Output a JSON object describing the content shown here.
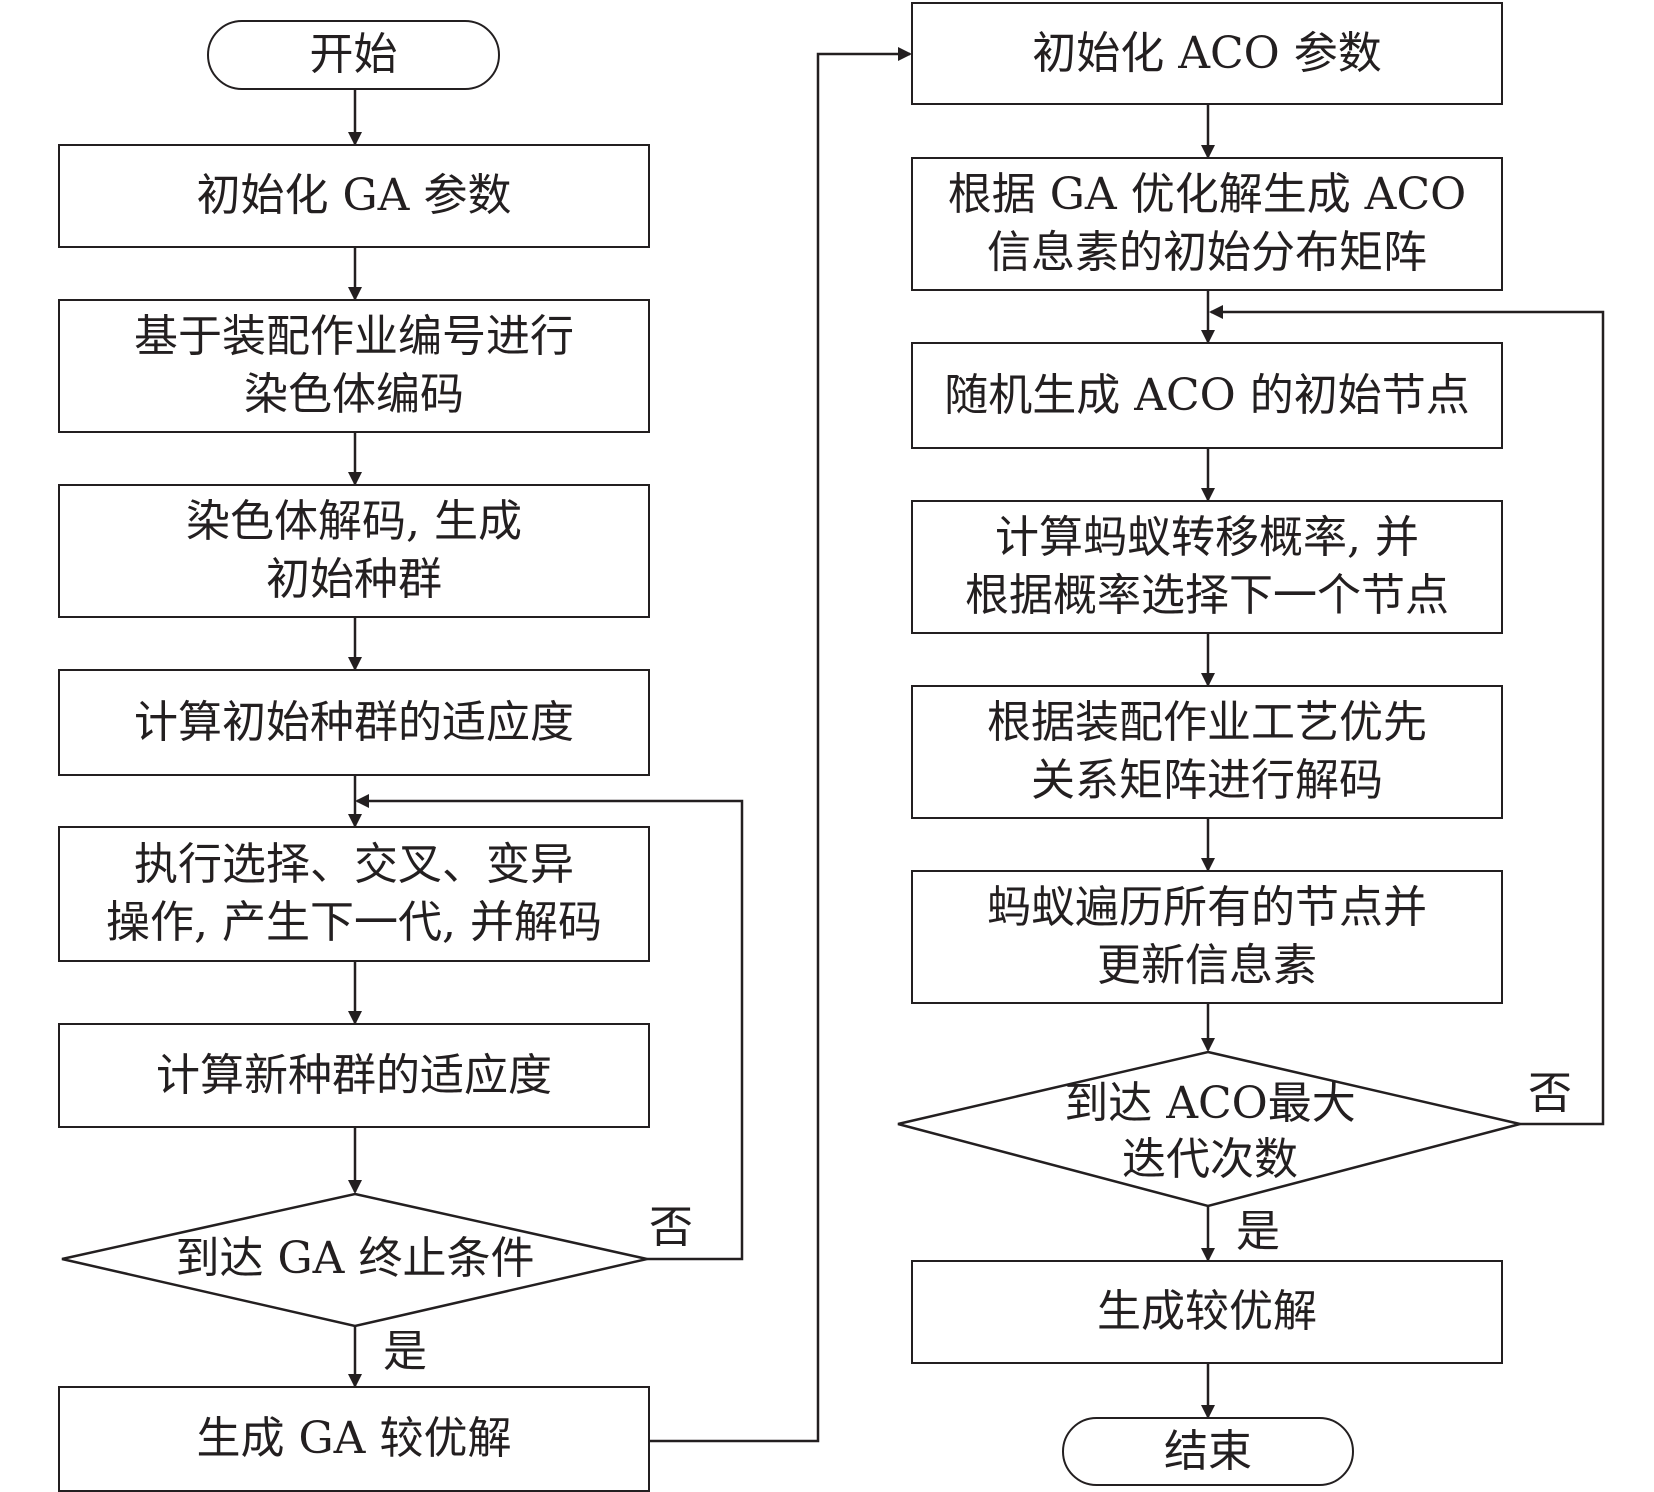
{
  "left_column": {
    "start": "开始",
    "init_ga": "初始化 GA 参数",
    "encode": "基于装配作业编号进行\n染色体编码",
    "decode_population": "染色体解码, 生成\n初始种群",
    "fitness_initial": "计算初始种群的适应度",
    "operators": "执行选择、交叉、变异\n操作, 产生下一代, 并解码",
    "fitness_new": "计算新种群的适应度",
    "ga_termination": "到达 GA 终止条件",
    "ga_result": "生成 GA 较优解"
  },
  "right_column": {
    "init_aco": "初始化 ACO 参数",
    "pheromone_init": "根据 GA 优化解生成 ACO\n信息素的初始分布矩阵",
    "random_node": "随机生成 ACO 的初始节点",
    "transition": "计算蚂蚁转移概率, 并\n根据概率选择下一个节点",
    "decode_priority": "根据装配作业工艺优先\n关系矩阵进行解码",
    "traverse_update": "蚂蚁遍历所有的节点并\n更新信息素",
    "aco_max_iter": "到达 ACO最大\n迭代次数",
    "final_result": "生成较优解",
    "end": "结束"
  },
  "labels": {
    "yes": "是",
    "no": "否"
  },
  "colors": {
    "line": "#231f20",
    "background": "#ffffff"
  }
}
